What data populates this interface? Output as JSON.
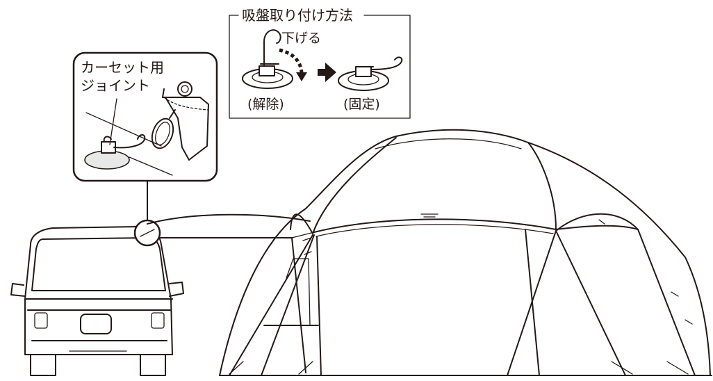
{
  "suction_method": {
    "title": "吸盤取り付け方法",
    "step_label": "下げる",
    "release_label": "(解除)",
    "fixed_label": "(固定)"
  },
  "callout": {
    "label_line1": "カーセット用",
    "label_line2": "ジョイント"
  },
  "colors": {
    "line": "#231815",
    "background": "#ffffff",
    "shade": "#e8e8e8"
  }
}
